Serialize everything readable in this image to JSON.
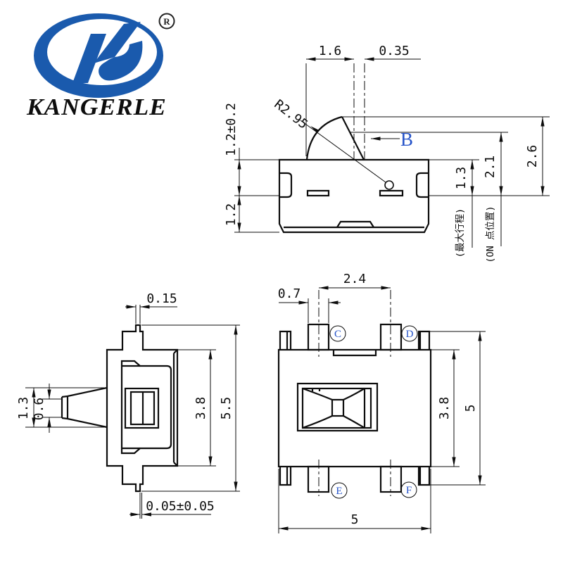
{
  "brand": {
    "name": "KANGERLE",
    "registered": "®"
  },
  "colors": {
    "line": "#0d0d0d",
    "letter_blue": "#2553c9",
    "logo_blue": "#1a5aad"
  },
  "top_view": {
    "dim_lever_width": "1.6",
    "dim_pin_width": "0.35",
    "radius_callout": "R2.95",
    "section_label": "B",
    "dim_upper_height": "1.2±0.2",
    "dim_lower_height": "1.2",
    "dim_travel": "1.3",
    "note_max_travel": "(最大行程)",
    "dim_on_point": "2.1",
    "note_on_point": "(ON 点位置)",
    "dim_total_height": "2.6"
  },
  "front_view": {
    "dim_pin_width": "0.15",
    "dim_lever_height": "1.3",
    "dim_tip_height": "0.6",
    "dim_body_height": "3.8",
    "dim_total_height": "5.5",
    "dim_standoff": "0.05±0.05"
  },
  "bottom_view": {
    "dim_terminal_pitch": "2.4",
    "dim_terminal_width": "0.7",
    "dim_body_height": "3.8",
    "dim_total_height": "5",
    "dim_body_width": "5",
    "terminals": {
      "c": "C",
      "d": "D",
      "e": "E",
      "f": "F"
    }
  }
}
